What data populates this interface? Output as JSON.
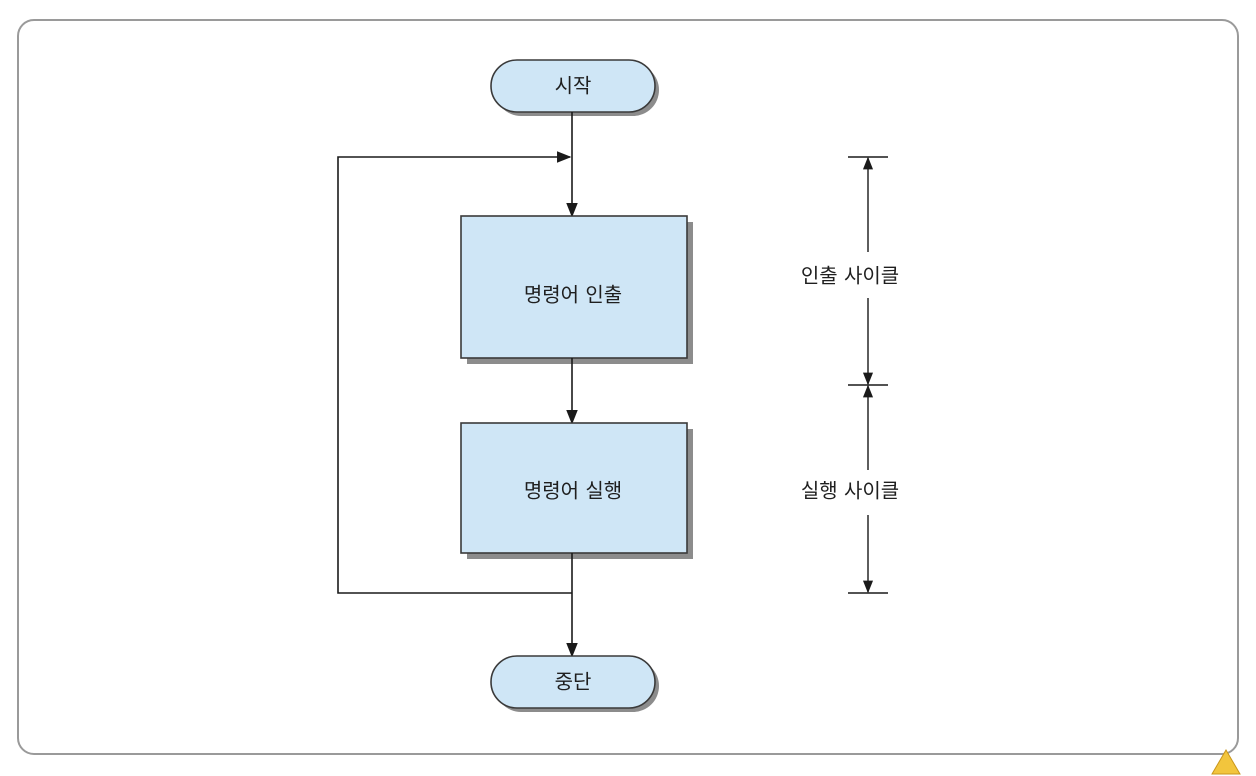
{
  "diagram": {
    "start_label": "시작",
    "fetch_label": "명령어 인출",
    "execute_label": "명령어 실행",
    "stop_label": "중단",
    "fetch_cycle_label": "인출 사이클",
    "execute_cycle_label": "실행 사이클"
  },
  "colors": {
    "node_fill": "#cfe6f6",
    "node_stroke": "#3a3a3a",
    "shadow": "#8c8c8c",
    "frame_stroke": "#9a9a9a",
    "line": "#1a1a1a"
  }
}
